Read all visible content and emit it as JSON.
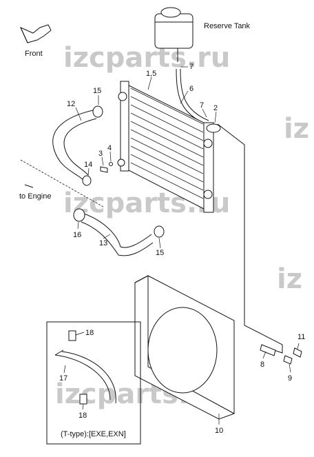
{
  "captions": {
    "reserve_tank": "Reserve Tank",
    "front": "Front",
    "to_engine": "to Engine",
    "variant_note": "(T-type):[EXE,EXN]"
  },
  "watermark": "izcparts.ru",
  "part_numbers": {
    "p1_5": "1,5",
    "p2": "2",
    "p3": "3",
    "p4": "4",
    "p6": "6",
    "p7_top": "7",
    "p7_cap": "7",
    "p8": "8",
    "p9": "9",
    "p10": "10",
    "p11": "11",
    "p12": "12",
    "p13": "13",
    "p14": "14",
    "p15_top": "15",
    "p15_bottom": "15",
    "p16": "16",
    "p17": "17",
    "p18_top": "18",
    "p18_bottom": "18"
  },
  "colors": {
    "line": "#111111",
    "watermark": "#c9c9c9",
    "background": "#ffffff"
  }
}
